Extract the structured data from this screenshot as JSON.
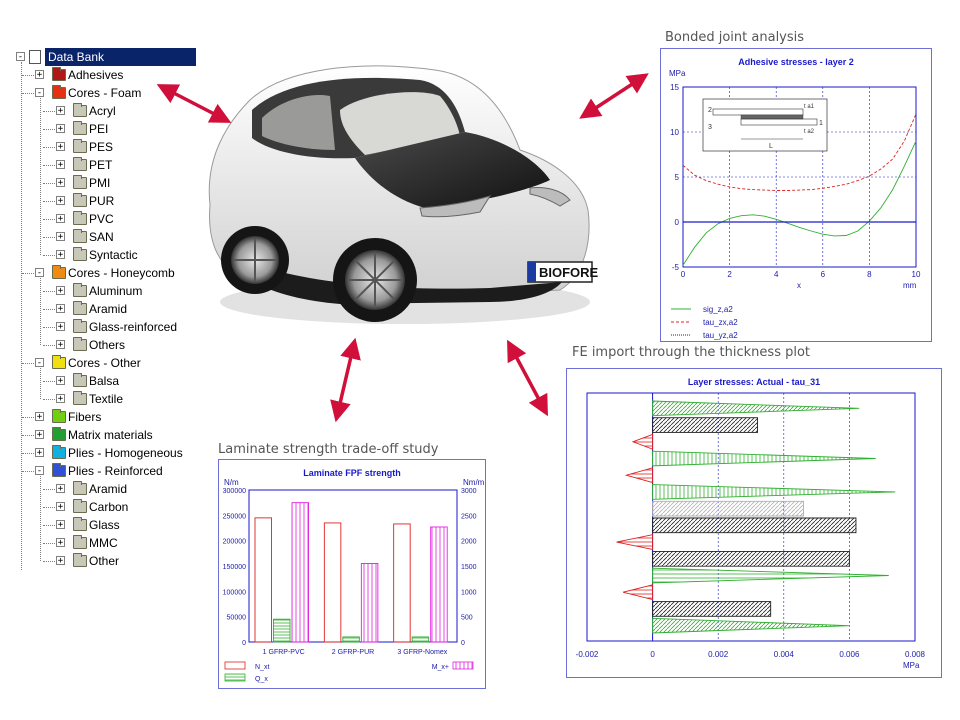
{
  "tree": {
    "root": "Data Bank",
    "items": [
      {
        "label": "Adhesives",
        "level": 1,
        "color": "#b01818",
        "expander": "+"
      },
      {
        "label": "Cores - Foam",
        "level": 1,
        "color": "#e83010",
        "expander": "-"
      },
      {
        "label": "Acryl",
        "level": 2,
        "color": "#c8c8b8",
        "expander": "+"
      },
      {
        "label": "PEI",
        "level": 2,
        "color": "#c8c8b8",
        "expander": "+"
      },
      {
        "label": "PES",
        "level": 2,
        "color": "#c8c8b8",
        "expander": "+"
      },
      {
        "label": "PET",
        "level": 2,
        "color": "#c8c8b8",
        "expander": "+"
      },
      {
        "label": "PMI",
        "level": 2,
        "color": "#c8c8b8",
        "expander": "+"
      },
      {
        "label": "PUR",
        "level": 2,
        "color": "#c8c8b8",
        "expander": "+"
      },
      {
        "label": "PVC",
        "level": 2,
        "color": "#c8c8b8",
        "expander": "+"
      },
      {
        "label": "SAN",
        "level": 2,
        "color": "#c8c8b8",
        "expander": "+"
      },
      {
        "label": "Syntactic",
        "level": 2,
        "color": "#c8c8b8",
        "expander": "+"
      },
      {
        "label": "Cores - Honeycomb",
        "level": 1,
        "color": "#f08a10",
        "expander": "-"
      },
      {
        "label": "Aluminum",
        "level": 2,
        "color": "#c8c8b8",
        "expander": "+"
      },
      {
        "label": "Aramid",
        "level": 2,
        "color": "#c8c8b8",
        "expander": "+"
      },
      {
        "label": "Glass-reinforced",
        "level": 2,
        "color": "#c8c8b8",
        "expander": "+"
      },
      {
        "label": "Others",
        "level": 2,
        "color": "#c8c8b8",
        "expander": "+"
      },
      {
        "label": "Cores - Other",
        "level": 1,
        "color": "#f0e010",
        "expander": "-"
      },
      {
        "label": "Balsa",
        "level": 2,
        "color": "#c8c8b8",
        "expander": "+"
      },
      {
        "label": "Textile",
        "level": 2,
        "color": "#c8c8b8",
        "expander": "+"
      },
      {
        "label": "Fibers",
        "level": 1,
        "color": "#70d010",
        "expander": "+"
      },
      {
        "label": "Matrix materials",
        "level": 1,
        "color": "#20a030",
        "expander": "+"
      },
      {
        "label": "Plies - Homogeneous",
        "level": 1,
        "color": "#10b0e0",
        "expander": "+"
      },
      {
        "label": "Plies - Reinforced",
        "level": 1,
        "color": "#3050d8",
        "expander": "-"
      },
      {
        "label": "Aramid",
        "level": 2,
        "color": "#c8c8b8",
        "expander": "+"
      },
      {
        "label": "Carbon",
        "level": 2,
        "color": "#c8c8b8",
        "expander": "+"
      },
      {
        "label": "Glass",
        "level": 2,
        "color": "#c8c8b8",
        "expander": "+"
      },
      {
        "label": "MMC",
        "level": 2,
        "color": "#c8c8b8",
        "expander": "+"
      },
      {
        "label": "Other",
        "level": 2,
        "color": "#c8c8b8",
        "expander": "+"
      }
    ]
  },
  "car": {
    "plate": "BIOFORE",
    "accent": "#d0103a"
  },
  "captions": {
    "bonded": "Bonded joint analysis",
    "fe": "FE import through the thickness plot",
    "laminate": "Laminate strength trade-off study"
  },
  "chart_data": [
    {
      "type": "line",
      "title": "Adhesive stresses - layer 2",
      "ylabel": "MPa",
      "xlabel": "x",
      "xunit": "mm",
      "xlim": [
        0,
        10
      ],
      "ylim": [
        -5,
        15
      ],
      "xticks": [
        0,
        2,
        4,
        6,
        8,
        10
      ],
      "yticks": [
        -5,
        0,
        5,
        10,
        15
      ],
      "inset_labels": [
        "2",
        "1",
        "3",
        "t a1",
        "t a2",
        "L"
      ],
      "series": [
        {
          "name": "sig_z,a2",
          "color": "#30b030",
          "style": "solid",
          "x": [
            0,
            0.5,
            1,
            1.5,
            2,
            2.5,
            3,
            3.5,
            4,
            4.5,
            5,
            5.5,
            6,
            6.5,
            7,
            7.5,
            8,
            8.5,
            9,
            9.5,
            10
          ],
          "y": [
            -4.8,
            -2.8,
            -1.2,
            -0.2,
            0.4,
            0.7,
            0.8,
            0.65,
            0.3,
            -0.15,
            -0.6,
            -1.0,
            -1.35,
            -1.55,
            -1.5,
            -1.0,
            0.1,
            1.6,
            3.6,
            6.2,
            9.0
          ]
        },
        {
          "name": "tau_zx,a2",
          "color": "#e02020",
          "style": "dashed",
          "x": [
            0,
            0.5,
            1,
            1.5,
            2,
            2.5,
            3,
            3.5,
            4,
            4.5,
            5,
            5.5,
            6,
            6.5,
            7,
            7.5,
            8,
            8.5,
            9,
            9.5,
            10
          ],
          "y": [
            6.3,
            5.2,
            4.6,
            4.2,
            3.9,
            3.7,
            3.6,
            3.55,
            3.5,
            3.5,
            3.55,
            3.6,
            3.75,
            3.95,
            4.2,
            4.6,
            5.1,
            5.9,
            7.0,
            9.0,
            12.0
          ]
        },
        {
          "name": "tau_yz,a2",
          "color": "#1a1acc",
          "style": "dotted",
          "x": [
            0,
            10
          ],
          "y": [
            0,
            0
          ]
        }
      ]
    },
    {
      "type": "bar",
      "title": "Laminate FPF strength",
      "ylabel": "N/m",
      "y2label": "Nm/m",
      "categories": [
        "1 GFRP-PVC",
        "2 GFRP-PUR",
        "3 GFRP-Nomex"
      ],
      "ylim": [
        0,
        300000
      ],
      "y2lim": [
        0,
        3000
      ],
      "yticks": [
        0,
        50000,
        100000,
        150000,
        200000,
        250000,
        300000
      ],
      "y2ticks": [
        0,
        500,
        1000,
        1500,
        2000,
        2500,
        3000
      ],
      "series": [
        {
          "name": "N_xt",
          "color": "#e02020",
          "axis": "left",
          "values": [
            245000,
            235000,
            233000
          ]
        },
        {
          "name": "Q_x",
          "color": "#30b030",
          "axis": "left",
          "values": [
            45000,
            10000,
            10000
          ]
        },
        {
          "name": "M_x+",
          "color": "#e020e0",
          "axis": "right",
          "values": [
            2750,
            1550,
            2270
          ]
        }
      ]
    },
    {
      "type": "bar",
      "orientation": "horizontal",
      "title": "Layer stresses: Actual - tau_31",
      "xunit": "MPa",
      "xlim": [
        -0.002,
        0.008
      ],
      "xticks": [
        -0.002,
        0,
        0.002,
        0.004,
        0.006,
        0.008
      ],
      "layers": [
        {
          "value": 0.0063,
          "shape": "tri",
          "color": "#30b030",
          "hatch": "diag"
        },
        {
          "value": 0.0032,
          "shape": "rect",
          "color": "#222222",
          "hatch": "diag"
        },
        {
          "value": -0.0006,
          "shape": "tri",
          "color": "#e02020",
          "hatch": "horiz"
        },
        {
          "value": 0.0068,
          "shape": "tri",
          "color": "#30b030",
          "hatch": "vert"
        },
        {
          "value": -0.0008,
          "shape": "tri",
          "color": "#e02020",
          "hatch": "horiz"
        },
        {
          "value": 0.0074,
          "shape": "tri",
          "color": "#30b030",
          "hatch": "vert"
        },
        {
          "value": 0.0046,
          "shape": "rect",
          "color": "#b0b0b0",
          "hatch": "diag"
        },
        {
          "value": 0.0062,
          "shape": "rect",
          "color": "#222222",
          "hatch": "diag"
        },
        {
          "value": -0.0011,
          "shape": "tri",
          "color": "#e02020",
          "hatch": "horiz"
        },
        {
          "value": 0.006,
          "shape": "rect",
          "color": "#222222",
          "hatch": "diag"
        },
        {
          "value": 0.0072,
          "shape": "tri",
          "color": "#30b030",
          "hatch": "horiz"
        },
        {
          "value": -0.0009,
          "shape": "tri",
          "color": "#e02020",
          "hatch": "horiz"
        },
        {
          "value": 0.0036,
          "shape": "rect",
          "color": "#222222",
          "hatch": "diag"
        },
        {
          "value": 0.006,
          "shape": "tri",
          "color": "#30b030",
          "hatch": "diag"
        }
      ]
    }
  ]
}
